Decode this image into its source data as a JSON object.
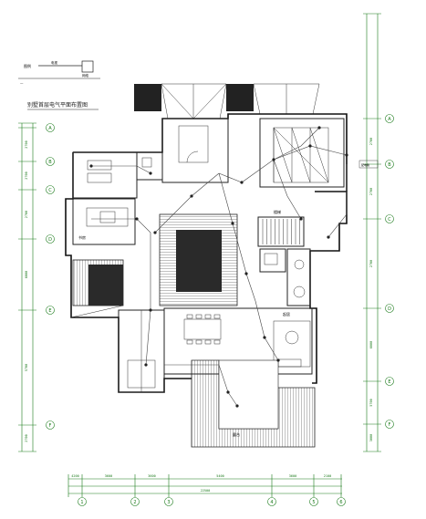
{
  "drawing": {
    "title": "别墅首层电气平面布置图"
  },
  "legend": {
    "label_left": "图例",
    "label_mid": "电视",
    "label_right": "网络"
  },
  "room_labels": {
    "stair": "楼梯",
    "living": "起居",
    "terrace": "露台"
  },
  "grid": {
    "vertical_left": [
      "A",
      "B",
      "C",
      "D",
      "E",
      "F"
    ],
    "vertical_right": [
      "A",
      "B",
      "C",
      "D",
      "E",
      "F"
    ],
    "horizontal_bottom": [
      "1",
      "2",
      "3",
      "4",
      "5",
      "6"
    ]
  },
  "dimensions": {
    "left_outer": [
      "2700",
      "2700",
      "2700",
      "6000",
      "5700",
      "2700"
    ],
    "right_outer": [
      "2700",
      "2700",
      "2700",
      "6000",
      "5700",
      "3000"
    ],
    "bottom_top": [
      "4200",
      "3600",
      "3600",
      "5400",
      "3600",
      "2100"
    ],
    "bottom_total": "22500"
  },
  "colors": {
    "line": "#222222",
    "grid": "#1a7a1a",
    "fill_dark": "#2a2a2a",
    "background": "#ffffff"
  }
}
